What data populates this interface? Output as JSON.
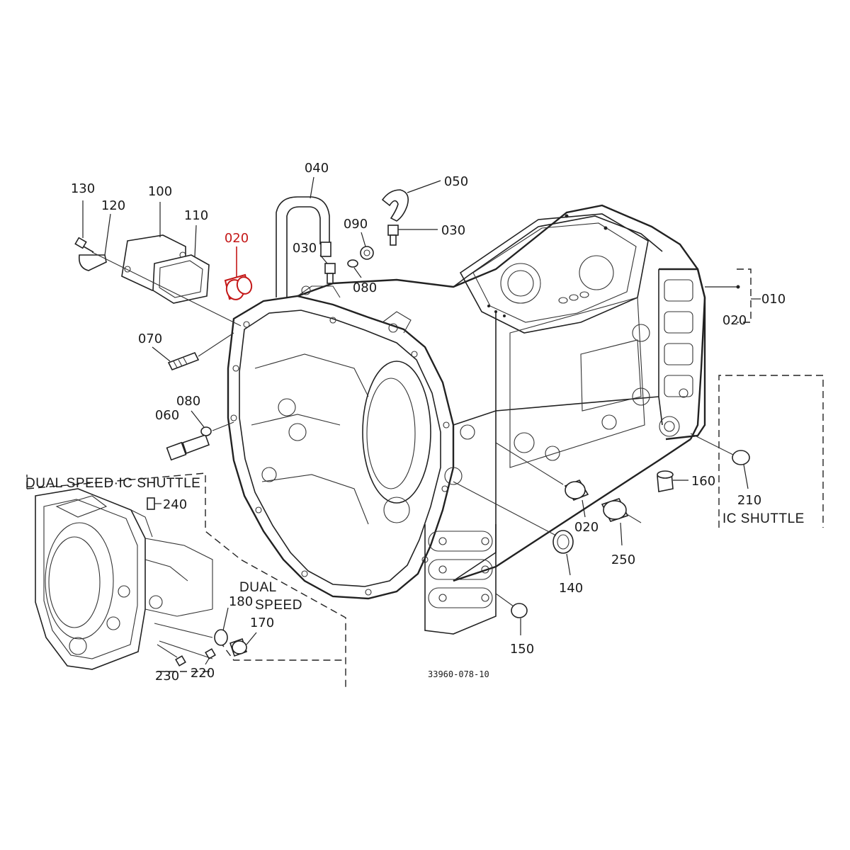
{
  "drawing_code": "33960-078-10",
  "highlight_color": "#c41818",
  "highlighted_callout": "020",
  "callouts": {
    "p130": "130",
    "p120": "120",
    "p100": "100",
    "p110": "110",
    "p020_top": "020",
    "p040": "040",
    "p050": "050",
    "p030_right": "030",
    "p090": "090",
    "p030_left": "030",
    "p080_top": "080",
    "p010": "010",
    "p020_right": "020",
    "p070": "070",
    "p080_mid": "080",
    "p060": "060",
    "p240": "240",
    "p160": "160",
    "p210": "210",
    "p020_bottom": "020",
    "p250": "250",
    "p140": "140",
    "p180": "180",
    "p170": "170",
    "p150": "150",
    "p230": "230",
    "p220": "220"
  },
  "sections": {
    "dual_speed_ic_shuttle": "DUAL SPEED·IC SHUTTLE",
    "dual": "DUAL",
    "speed": "SPEED",
    "ic_shuttle": "IC SHUTTLE"
  }
}
